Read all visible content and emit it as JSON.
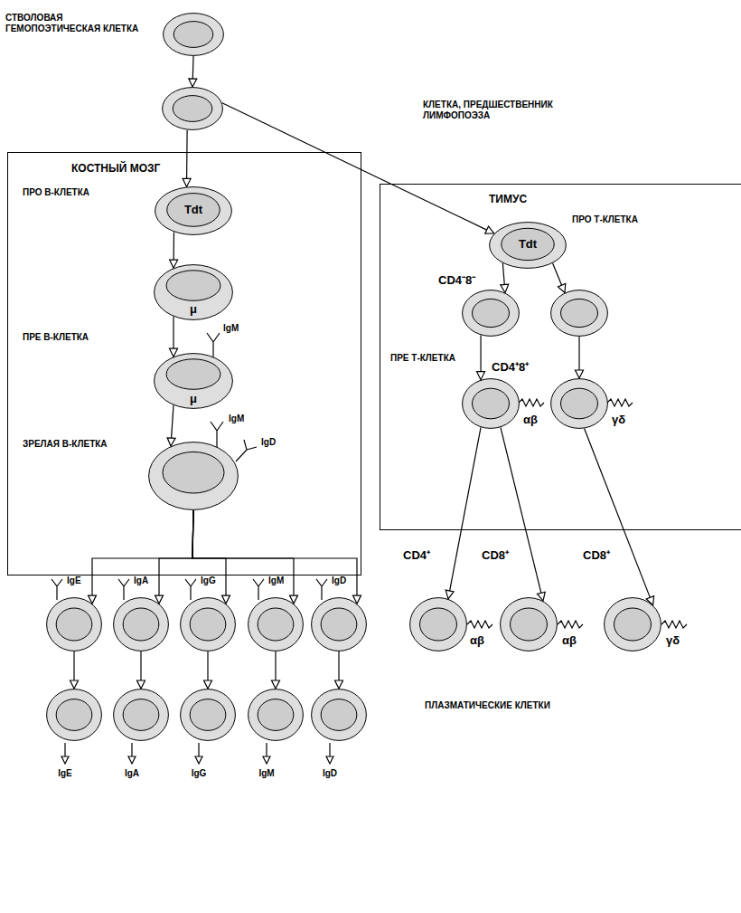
{
  "diagram": {
    "nodes": [
      {
        "text": [
          "СТВОЛОВАЯ ГЕМОПОЭТИЧЕСКАЯ КЛЕТКА"
        ]
      },
      {
        "text": [
          "КЛЕТКА, ПРЕДШЕСТВЕННИК ЛИМФОПОЭЗА"
        ]
      },
      {
        "text": [
          "КОСТНЫЙ МОЗГ"
        ]
      },
      {
        "text": [
          "ПРО В-КЛЕТКА",
          "Tdt"
        ],
        "in": 2
      },
      {
        "text": [
          "μ"
        ],
        "in": 2
      },
      {
        "text": [
          "ПРЕ В-КЛЕТКА",
          "μ",
          "IgM"
        ],
        "in": 2
      },
      {
        "text": [
          "ЗРЕЛАЯ В-КЛЕТКА",
          "IgM",
          "IgD"
        ],
        "in": 2
      },
      {
        "text": [
          "ТИМУС"
        ]
      },
      {
        "text": [
          "Tdt",
          "ПРО Т-КЛЕТКА"
        ],
        "in": 7
      },
      {
        "text": [
          "CD4⁻8⁻"
        ],
        "in": 7
      },
      {
        "text": [],
        "in": 7
      },
      {
        "text": [
          "CD4⁺8⁺",
          "αβ"
        ],
        "in": 7
      },
      {
        "text": [
          "γδ"
        ],
        "in": 7
      },
      {
        "text": [
          "CD4⁺",
          "αβ"
        ]
      },
      {
        "text": [
          "CD8⁺",
          "αβ"
        ]
      },
      {
        "text": [
          "CD8⁺",
          "γδ"
        ]
      },
      {
        "text": [
          "IgE"
        ]
      },
      {
        "text": [
          "IgA"
        ]
      },
      {
        "text": [
          "IgG"
        ]
      },
      {
        "text": [
          "IgM"
        ]
      },
      {
        "text": [
          "IgD"
        ]
      },
      {
        "text": [
          "IgE"
        ]
      },
      {
        "text": [
          "IgA"
        ]
      },
      {
        "text": [
          "IgG"
        ]
      },
      {
        "text": [
          "IgM"
        ]
      },
      {
        "text": [
          "IgD"
        ]
      }
    ],
    "edges": [
      {
        "from": 0,
        "to": 1,
        "arrow": "to"
      },
      {
        "from": 1,
        "to": 3,
        "arrow": "to"
      },
      {
        "from": 1,
        "to": 8,
        "arrow": "to"
      },
      {
        "from": 3,
        "to": 4,
        "arrow": "to"
      },
      {
        "from": 4,
        "to": 5,
        "arrow": "to"
      },
      {
        "from": 5,
        "to": 6,
        "arrow": "to"
      },
      {
        "from": 6,
        "to": 16,
        "arrow": "to"
      },
      {
        "from": 6,
        "to": 17,
        "arrow": "to"
      },
      {
        "from": 6,
        "to": 18,
        "arrow": "to"
      },
      {
        "from": 6,
        "to": 19,
        "arrow": "to"
      },
      {
        "from": 6,
        "to": 20,
        "arrow": "to"
      },
      {
        "from": 16,
        "to": 21,
        "arrow": "to"
      },
      {
        "from": 17,
        "to": 22,
        "arrow": "to"
      },
      {
        "from": 18,
        "to": 23,
        "arrow": "to"
      },
      {
        "from": 19,
        "to": 24,
        "arrow": "to"
      },
      {
        "from": 20,
        "to": 25,
        "arrow": "to"
      },
      {
        "from": 8,
        "to": 9,
        "arrow": "to"
      },
      {
        "from": 8,
        "to": 10,
        "arrow": "to"
      },
      {
        "from": 9,
        "to": 11,
        "arrow": "to"
      },
      {
        "from": 10,
        "to": 12,
        "arrow": "to"
      },
      {
        "from": 11,
        "to": 13,
        "arrow": "to"
      },
      {
        "from": 11,
        "to": 14,
        "arrow": "to"
      },
      {
        "from": 12,
        "to": 15,
        "arrow": "to"
      }
    ],
    "labels": [
      "ПРЕ Т-КЛЕТКА",
      "ПЛАЗМАТИЧЕСКИЕ КЛЕТКИ"
    ]
  }
}
